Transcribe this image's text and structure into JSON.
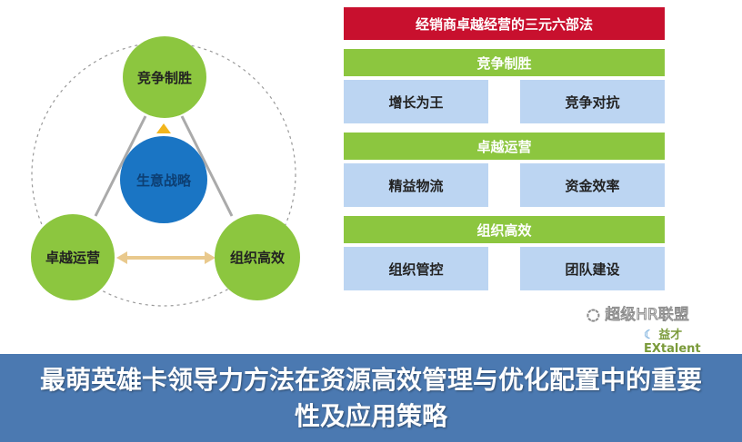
{
  "diagram": {
    "center": "生意战略",
    "nodes": [
      "竞争制胜",
      "卓越运营",
      "组织高效"
    ]
  },
  "panel": {
    "header": "经销商卓越经营的三元六部法",
    "sections": [
      {
        "title": "竞争制胜",
        "items": [
          "增长为王",
          "竞争对抗"
        ]
      },
      {
        "title": "卓越运营",
        "items": [
          "精益物流",
          "资金效率"
        ]
      },
      {
        "title": "组织高效",
        "items": [
          "组织管控",
          "团队建设"
        ]
      }
    ]
  },
  "overlay_title": "最萌英雄卡领导力方法在资源高效管理与优化配置中的重要性及应用策略",
  "watermark": {
    "account": "超级HR联盟",
    "logo": "益才 EXtalent"
  },
  "colors": {
    "red": "#c8102e",
    "green": "#8cc63f",
    "blue": "#1a75c4",
    "light_blue": "#bcd5f2"
  }
}
